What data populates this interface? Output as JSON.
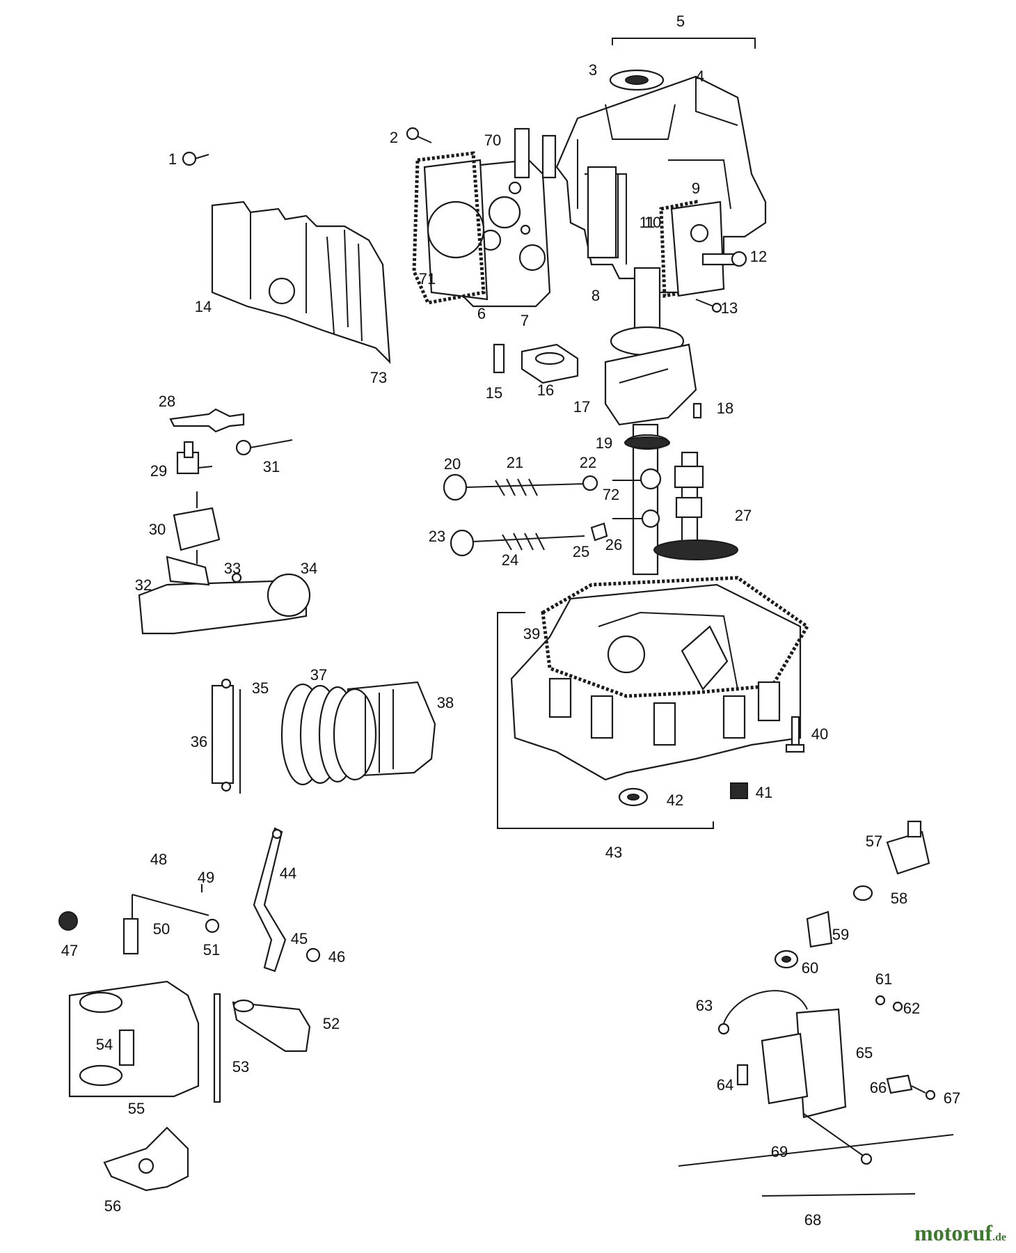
{
  "labels": [
    "1",
    "2",
    "3",
    "4",
    "5",
    "6",
    "7",
    "8",
    "9",
    "10",
    "11",
    "12",
    "13",
    "14",
    "15",
    "16",
    "17",
    "18",
    "19",
    "20",
    "21",
    "22",
    "23",
    "24",
    "25",
    "26",
    "27",
    "28",
    "29",
    "30",
    "31",
    "32",
    "33",
    "34",
    "35",
    "36",
    "37",
    "38",
    "39",
    "40",
    "41",
    "42",
    "43",
    "44",
    "45",
    "46",
    "47",
    "48",
    "49",
    "50",
    "51",
    "52",
    "53",
    "54",
    "55",
    "56",
    "57",
    "58",
    "59",
    "60",
    "61",
    "62",
    "63",
    "64",
    "65",
    "66",
    "67",
    "68",
    "69",
    "70",
    "71",
    "72",
    "73"
  ],
  "watermark": {
    "name": "motoruf",
    "tld": ".de"
  },
  "colors": {
    "ink": "#1a1a1a",
    "brand": "#3a7a2a"
  }
}
